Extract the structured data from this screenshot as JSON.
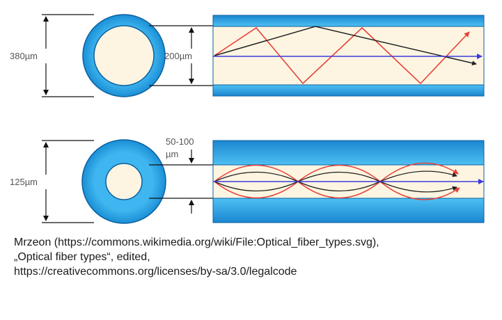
{
  "diagram": {
    "top_fiber": {
      "outer_diameter_label": "380µm",
      "core_diameter_label": "200µm"
    },
    "bottom_fiber": {
      "outer_diameter_label": "125µm",
      "core_size_label_line1": "50-100",
      "core_size_label_line2": "µm"
    },
    "colors": {
      "cladding": "#1ea0e0",
      "core": "#fdf5e1",
      "ray_red": "#e8413a",
      "ray_blue": "#3b3bdc",
      "ray_dark": "#222222"
    }
  },
  "caption": {
    "line1": "Mrzeon (https://commons.wikimedia.org/wiki/File:Optical_fiber_types.svg),",
    "line2": "„Optical fiber types“, edited,",
    "line3": "https://creativecommons.org/licenses/by-sa/3.0/legalcode"
  }
}
